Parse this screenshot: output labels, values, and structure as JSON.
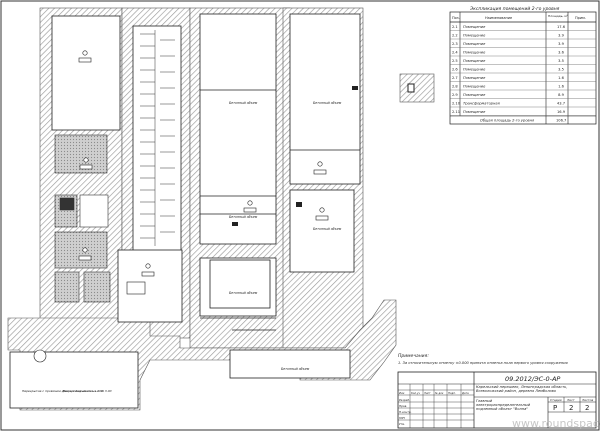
{
  "explication": {
    "title": "Экспликация помещений 2-го уровня",
    "headers": {
      "no": "Поз.",
      "name": "Наименование",
      "area": "Площадь, м²",
      "note": "Прим."
    },
    "rows": [
      {
        "no": "2.1",
        "name": "Помещение",
        "area": "17.6"
      },
      {
        "no": "2.2",
        "name": "Помещение",
        "area": "3.9"
      },
      {
        "no": "2.3",
        "name": "Помещение",
        "area": "3.9"
      },
      {
        "no": "2.4",
        "name": "Помещение",
        "area": "3.6"
      },
      {
        "no": "2.5",
        "name": "Помещение",
        "area": "3.5"
      },
      {
        "no": "2.6",
        "name": "Помещение",
        "area": "3.5"
      },
      {
        "no": "2.7",
        "name": "Помещение",
        "area": "1.6"
      },
      {
        "no": "2.8",
        "name": "Помещение",
        "area": "1.6"
      },
      {
        "no": "2.9",
        "name": "Помещение",
        "area": "8.9"
      },
      {
        "no": "2.10",
        "name": "Трансформаторная",
        "area": "43.7"
      },
      {
        "no": "2.11",
        "name": "Помещение",
        "area": "16.9"
      }
    ],
    "total_label": "Общая площадь 2-го уровня",
    "total_value": "106.7"
  },
  "notes": {
    "title": "Примечания:",
    "line1": "1. За относительную отметку ±0.000 принята отметка пола первого уровня сооружения"
  },
  "stamp": {
    "code": "09.2012/ЭС-0-АР",
    "address": "Карельский перешеек, Ленинградская область, Всеволожский район, деревня Лемболово",
    "object": "Главный электрораспределительный подземный объект \"Волна\"",
    "stage_label": "Стадия",
    "sheet_label": "Лист",
    "sheets_label": "Листов",
    "stage": "Р",
    "sheet": "2",
    "sheets": "2",
    "roles": [
      "Разраб.",
      "Пров.",
      "Н.контр.",
      "ГИП",
      "Утв."
    ],
    "col_labels": [
      "Изм",
      "Кол.уч",
      "Лист",
      "№ док",
      "Подп.",
      "Дата"
    ]
  },
  "watermark": "www.roundspace.ru",
  "plan": {
    "room_labels": {
      "r1": "Бетонный объем",
      "r2": "Бетонный объем",
      "r3": "Бетонный объем",
      "r4": "Бетонный объем",
      "r5": "Бетонный объем",
      "r6": "Бетонный объем"
    },
    "note_a": "Перекрытие с проёмами. Низ проёма на отм. +1.35",
    "note_b": "Дверь с подъёмом на отм. 3.00"
  }
}
